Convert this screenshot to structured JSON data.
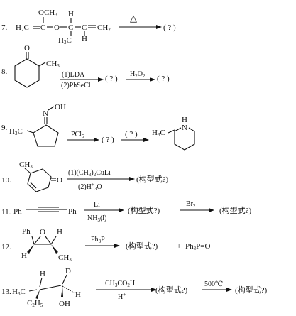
{
  "problems": [
    {
      "number": "7.",
      "atoms": {
        "ome": "OCH",
        "ome_sub": "3",
        "h2c": "H",
        "h2c_sub": "2",
        "h2c_c": "C",
        "c": "C",
        "o": "O",
        "ch2": "CH",
        "ch2_sub": "2",
        "h_top": "H",
        "h_right": "H",
        "h3c": "H",
        "h3c_sub": "3",
        "h3c_c": "C",
        "c2": "C"
      },
      "condition_top": "△",
      "product": "( ? )"
    },
    {
      "number": "8.",
      "atoms": {
        "o": "O",
        "ch3": "CH",
        "ch3_sub": "3"
      },
      "condition_top": "(1)LDA",
      "condition_bottom": "(2)PhSeCl",
      "intermediate": "( ? )",
      "condition2_top": "H",
      "condition2_top_sub": "2",
      "condition2_top_o": "O",
      "condition2_top_sub2": "2",
      "product": "( ? )"
    },
    {
      "number": "9.",
      "atoms": {
        "oh": "OH",
        "n": "N",
        "h3c": "H",
        "h3c_sub": "3",
        "h3c_c": "C"
      },
      "condition_top": "PCl",
      "condition_top_sub": "5",
      "intermediate": "( ? )",
      "condition2_top": "( ? )",
      "product_h3c": "H",
      "product_h3c_sub": "3",
      "product_c": "C",
      "product_n": "N",
      "product_h": "H"
    },
    {
      "number": "10.",
      "atoms": {
        "ch3": "CH",
        "ch3_sub": "3",
        "o": "O"
      },
      "condition_top": "(1)(CH",
      "condition_top_sub": "3",
      "condition_top_end": ")",
      "condition_top_sub2": "2",
      "condition_top_reagent": "CuLi",
      "condition_bottom": "(2)H",
      "condition_bottom_sup": "+",
      "condition_bottom_sub": "3",
      "condition_bottom_end": "O",
      "product": "(构型式?)"
    },
    {
      "number": "11.",
      "atoms": {
        "ph1": "Ph",
        "ph2": "Ph"
      },
      "condition_top": "Li",
      "condition_bottom": "NH",
      "condition_bottom_sub": "3",
      "condition_bottom_end": "(l)",
      "intermediate": "(构型式?)",
      "condition2_top": "Br",
      "condition2_top_sub": "2",
      "product": "(构型式?)"
    },
    {
      "number": "12.",
      "atoms": {
        "ph": "Ph",
        "o": "O",
        "h1": "H",
        "h2": "H",
        "ch3": "CH",
        "ch3_sub": "3"
      },
      "condition_top": "Ph",
      "condition_top_sub": "3",
      "condition_top_end": "P",
      "product": "(构型式?)",
      "plus": "+",
      "byproduct": "Ph",
      "byproduct_sub": "3",
      "byproduct_end": "P=O"
    },
    {
      "number": "13.",
      "atoms": {
        "h3c": "H",
        "h3c_sub": "3",
        "h3c_c": "C",
        "h": "H",
        "d": "D",
        "h2": "H",
        "c2h5": "C",
        "c2h5_sub": "2",
        "c2h5_h": "H",
        "c2h5_sub2": "5",
        "oh": "OH"
      },
      "condition_top": "CH",
      "condition_top_sub": "3",
      "condition_top_mid": "CO",
      "condition_top_sub2": "2",
      "condition_top_end": "H",
      "condition_bottom": "H",
      "condition_bottom_sup": "+",
      "intermediate": "(构型式?)",
      "condition2_top": "500℃",
      "product": "(构型式?)"
    }
  ]
}
